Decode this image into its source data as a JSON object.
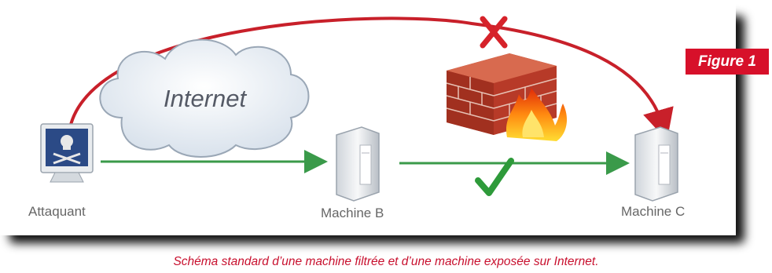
{
  "figure": {
    "tag": "Figure 1",
    "caption": "Schéma standard d’une machine filtrée et d’une machine exposée sur Internet."
  },
  "nodes": {
    "cloud_label": "Internet",
    "attacker_label": "Attaquant",
    "machine_b_label": "Machine B",
    "machine_c_label": "Machine C"
  },
  "colors": {
    "attack_arc": "#c8202a",
    "allowed_arrow": "#3a9a4a",
    "check": "#2e9a3a",
    "blocked_x": "#d6222a",
    "figure_tag": "#d7102a",
    "caption": "#c8102e"
  },
  "icons": [
    "pirate-monitor-icon",
    "server-icon",
    "firewall-icon",
    "check-icon",
    "blocked-x-icon",
    "cloud-icon"
  ]
}
